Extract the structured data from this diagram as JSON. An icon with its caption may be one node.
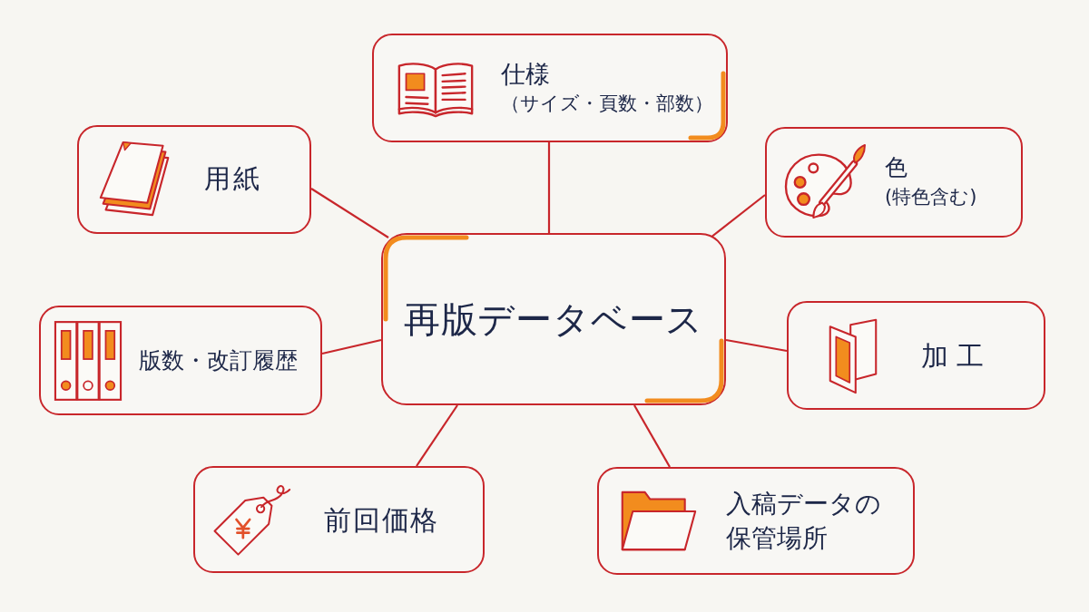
{
  "diagram": {
    "nodes": [
      {
        "text": [
          "仕様",
          "（サイズ・頁数・部数）"
        ]
      },
      {
        "text": [
          "用紙"
        ]
      },
      {
        "text": [
          "色",
          "(特色含む)"
        ]
      },
      {
        "text": [
          "再版データベース"
        ]
      },
      {
        "text": [
          "版数・改訂履歴"
        ]
      },
      {
        "text": [
          "加工"
        ]
      },
      {
        "text": [
          "前回価格"
        ]
      },
      {
        "text": [
          "入稿データの保管場所"
        ]
      }
    ],
    "edges": [
      {
        "from": 3,
        "to": 0,
        "arrow": "none"
      },
      {
        "from": 3,
        "to": 1,
        "arrow": "none"
      },
      {
        "from": 3,
        "to": 2,
        "arrow": "none"
      },
      {
        "from": 3,
        "to": 4,
        "arrow": "none"
      },
      {
        "from": 3,
        "to": 5,
        "arrow": "none"
      },
      {
        "from": 3,
        "to": 6,
        "arrow": "none"
      },
      {
        "from": 3,
        "to": 7,
        "arrow": "none"
      }
    ]
  }
}
